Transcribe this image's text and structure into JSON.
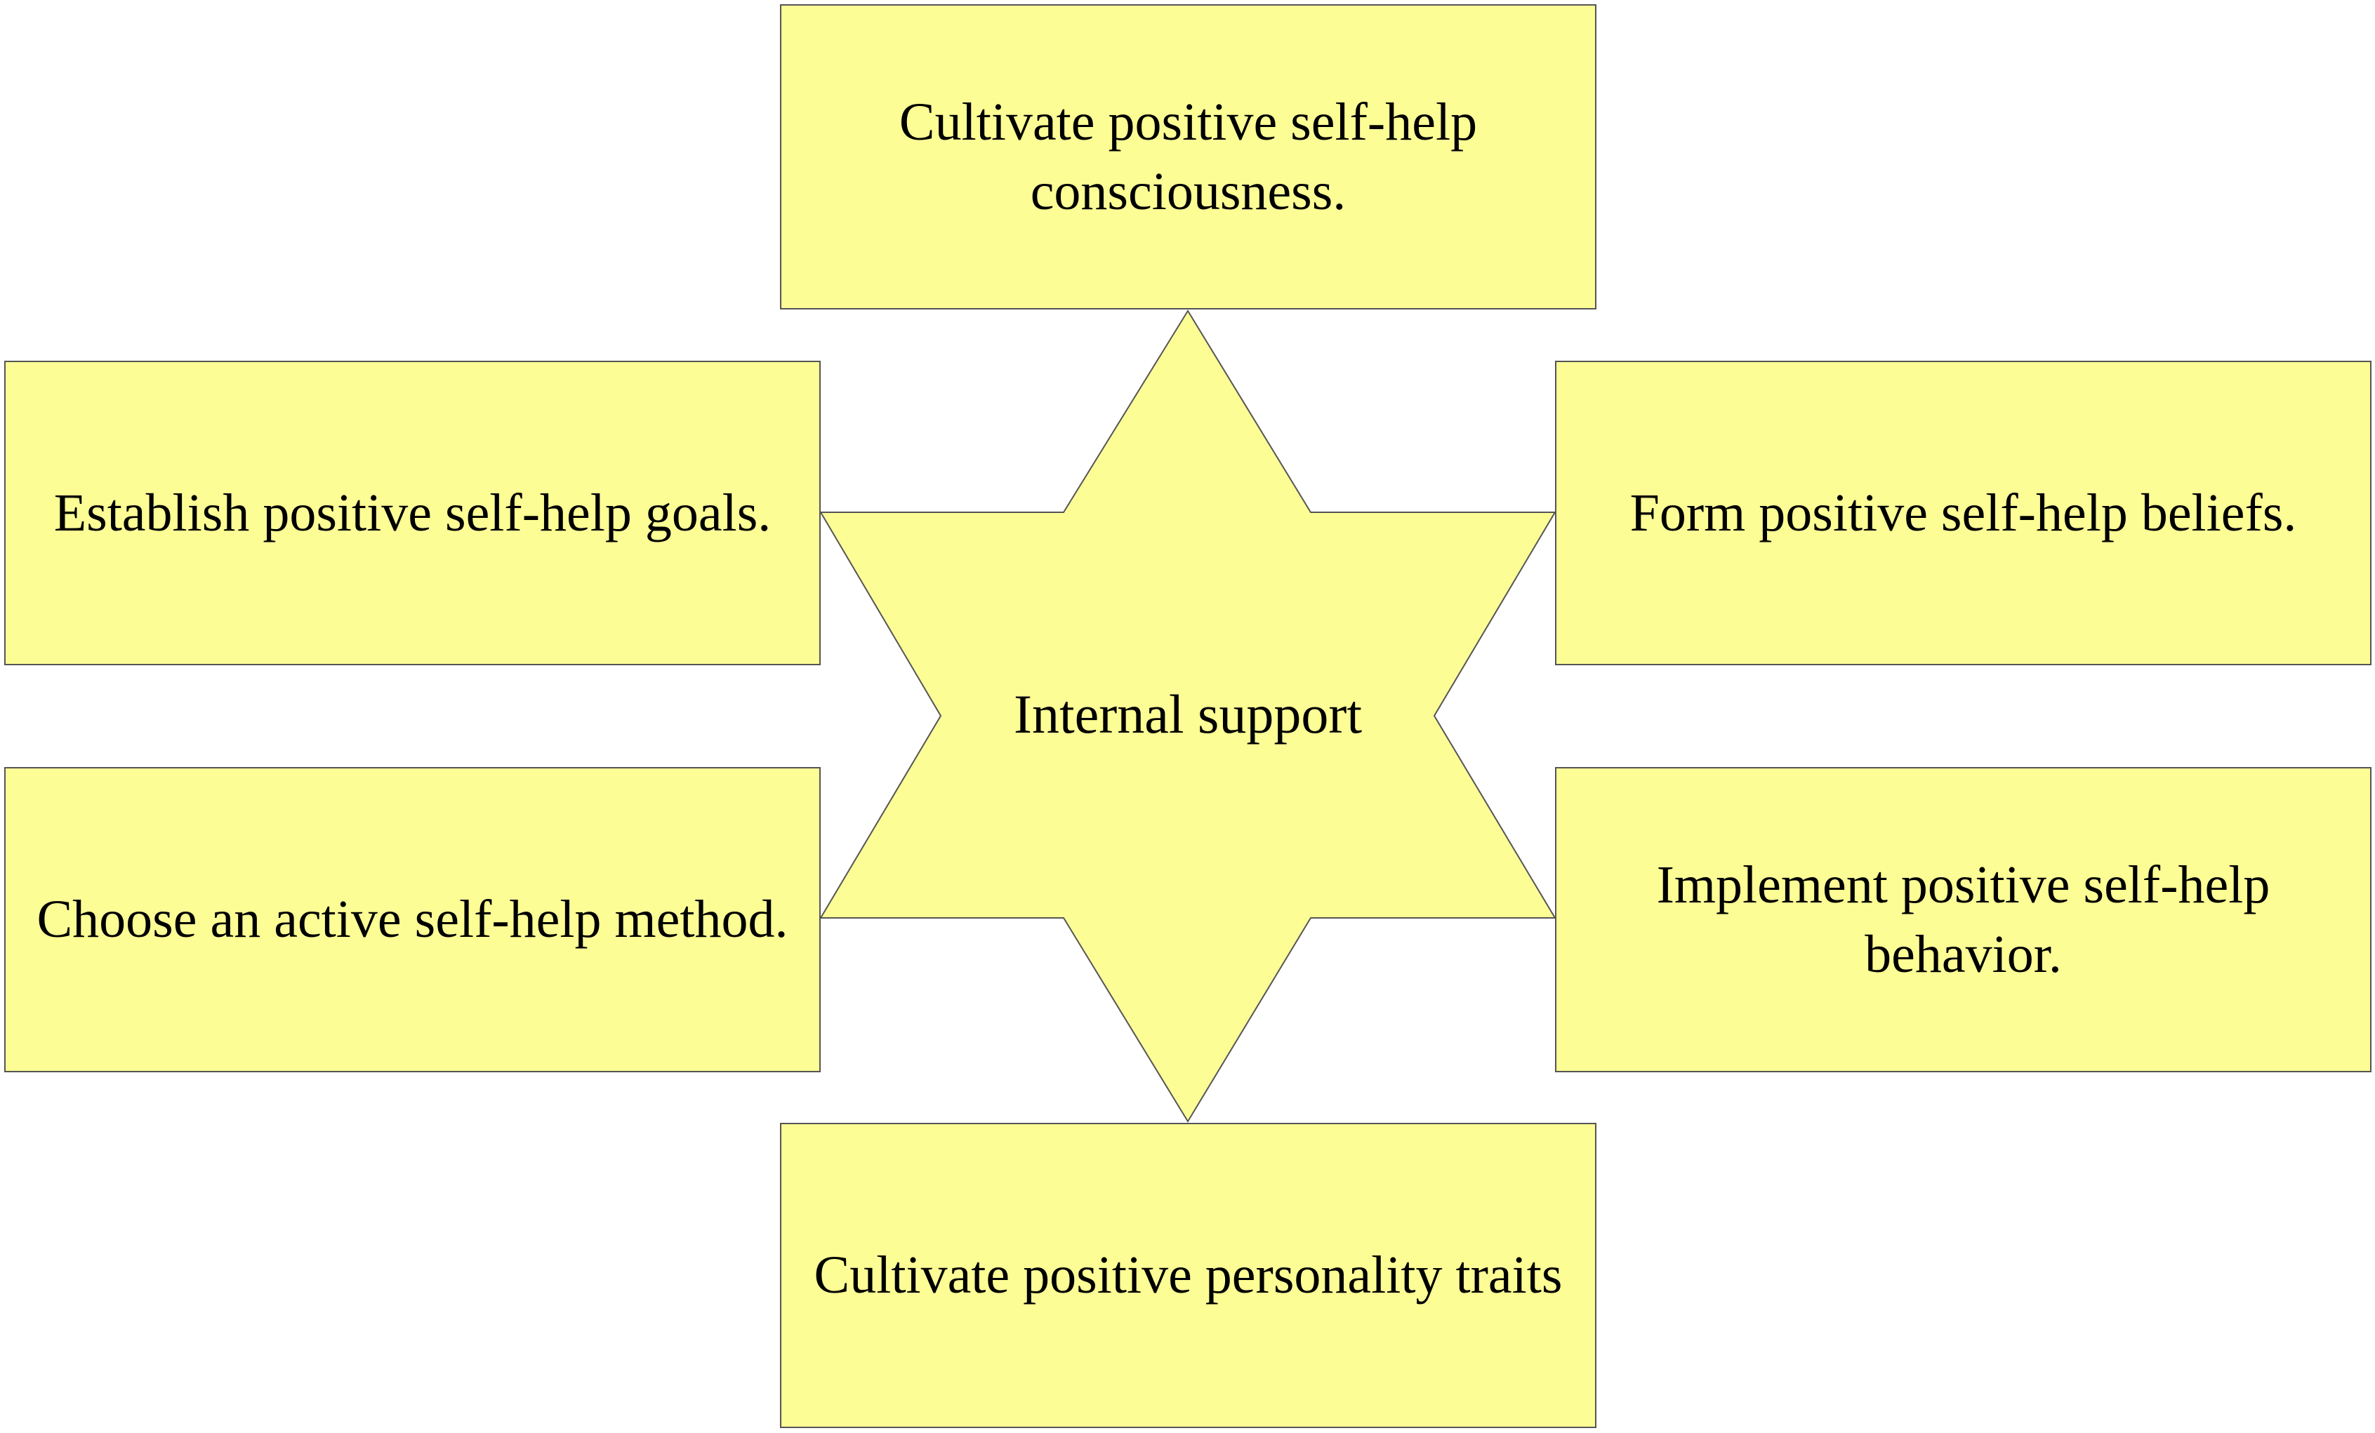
{
  "center": {
    "label": "Internal support"
  },
  "boxes": {
    "top": "Cultivate positive self-help consciousness.",
    "upper_left": "Establish positive self-help goals.",
    "upper_right": "Form positive self-help beliefs.",
    "lower_left": "Choose an active self-help method.",
    "lower_right": "Implement positive self-help behavior.",
    "bottom": "Cultivate positive personality traits"
  },
  "colors": {
    "fill": "#fdfd96",
    "stroke": "#555555",
    "text": "#000000"
  }
}
